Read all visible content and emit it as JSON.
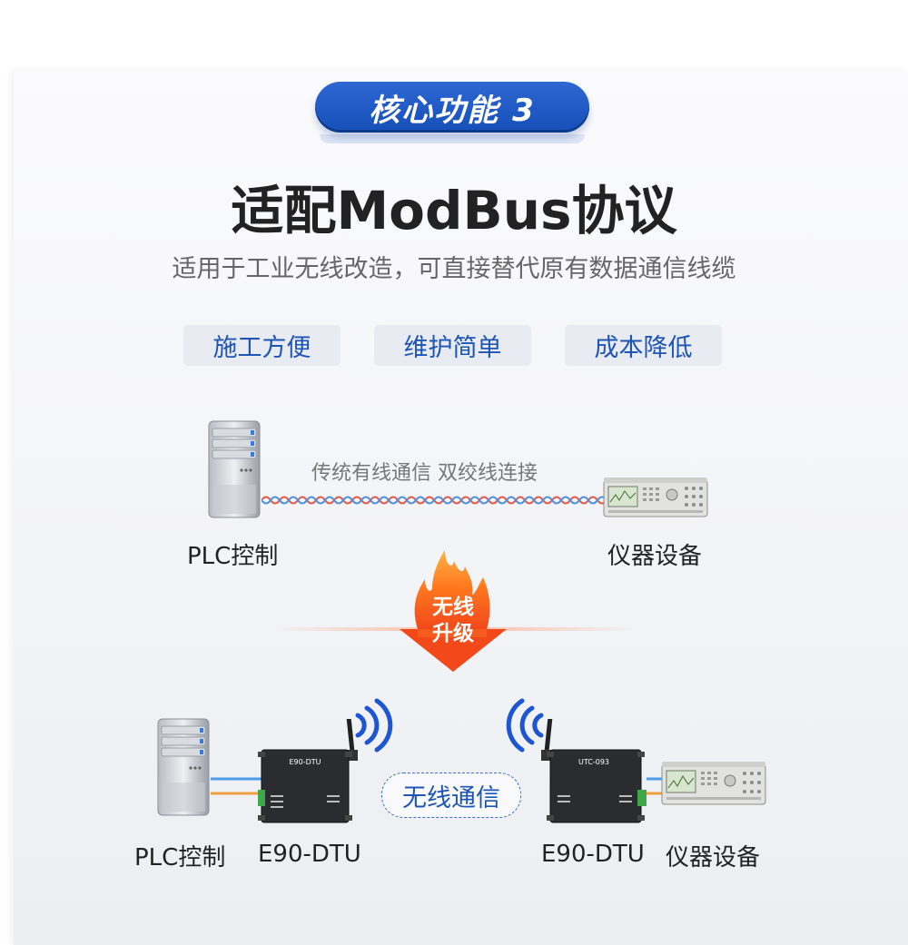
{
  "badge": {
    "text": "核心功能 3"
  },
  "title": "适配ModBus协议",
  "subtitle": "适用于工业无线改造，可直接替代原有数据通信线缆",
  "tags": [
    "施工方便",
    "维护简单",
    "成本降低"
  ],
  "wired": {
    "connection_label": "传统有线通信 双绞线连接",
    "left_label": "PLC控制",
    "right_label": "仪器设备"
  },
  "upgrade": {
    "line1": "无线",
    "line2": "升级"
  },
  "wireless": {
    "plc_label": "PLC控制",
    "dtu_left_label": "E90-DTU",
    "link_label": "无线通信",
    "dtu_right_label": "E90-DTU",
    "device_label": "仪器设备",
    "dtu_left_face": "E90-DTU",
    "dtu_right_face": "UTC-093"
  },
  "colors": {
    "accent": "#1e55b5",
    "cable_red": "#e05a4a",
    "cable_blue": "#4a8fe0",
    "wire_orange": "#f0a040",
    "fire": "#ff6a1a"
  },
  "icons": [
    "server-icon",
    "instrument-icon",
    "fire-arrow-icon",
    "dtu-device-icon",
    "antenna-icon",
    "signal-waves-icon"
  ]
}
